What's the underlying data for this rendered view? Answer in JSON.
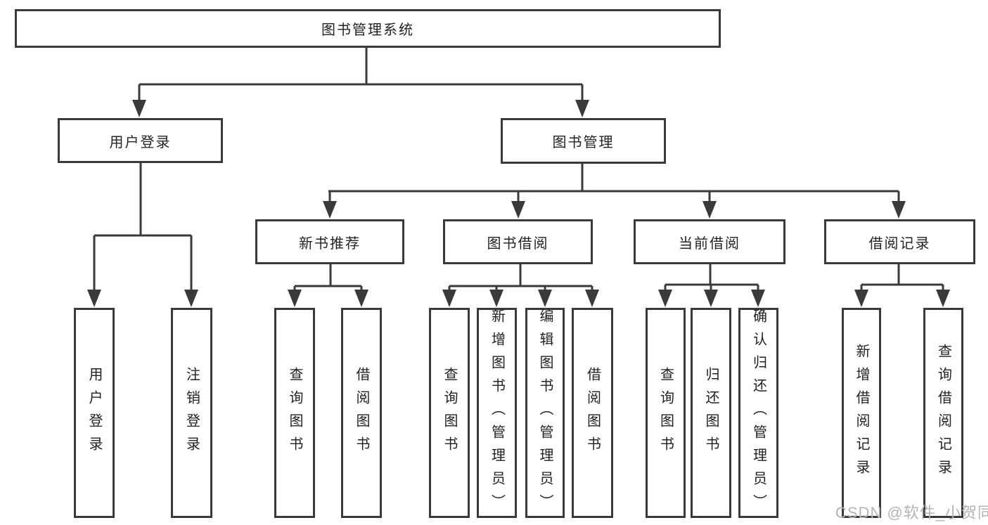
{
  "diagram": {
    "root": {
      "label": "图书管理系统"
    },
    "branches": [
      {
        "label": "用户登录",
        "children": [
          {
            "label": "用户登录"
          },
          {
            "label": "注销登录"
          }
        ]
      },
      {
        "label": "图书管理",
        "children": [
          {
            "label": "新书推荐",
            "children": [
              {
                "label": "查询图书"
              },
              {
                "label": "借阅图书"
              }
            ]
          },
          {
            "label": "图书借阅",
            "children": [
              {
                "label": "查询图书"
              },
              {
                "label": "新增图书（管理员）"
              },
              {
                "label": "编辑图书（管理员）"
              },
              {
                "label": "借阅图书"
              }
            ]
          },
          {
            "label": "当前借阅",
            "children": [
              {
                "label": "查询图书"
              },
              {
                "label": "归还图书"
              },
              {
                "label": "确认归还（管理员）"
              }
            ]
          },
          {
            "label": "借阅记录",
            "children": [
              {
                "label": "新增借阅记录"
              },
              {
                "label": "查询借阅记录"
              }
            ]
          }
        ]
      }
    ]
  },
  "watermark": {
    "text": "CSDN @软件_小贺同学"
  },
  "colors": {
    "line": "#3a3a3a",
    "box_border": "#3a3a3a",
    "text": "#222222",
    "watermark": "#b4b4b4",
    "background": "#ffffff"
  }
}
